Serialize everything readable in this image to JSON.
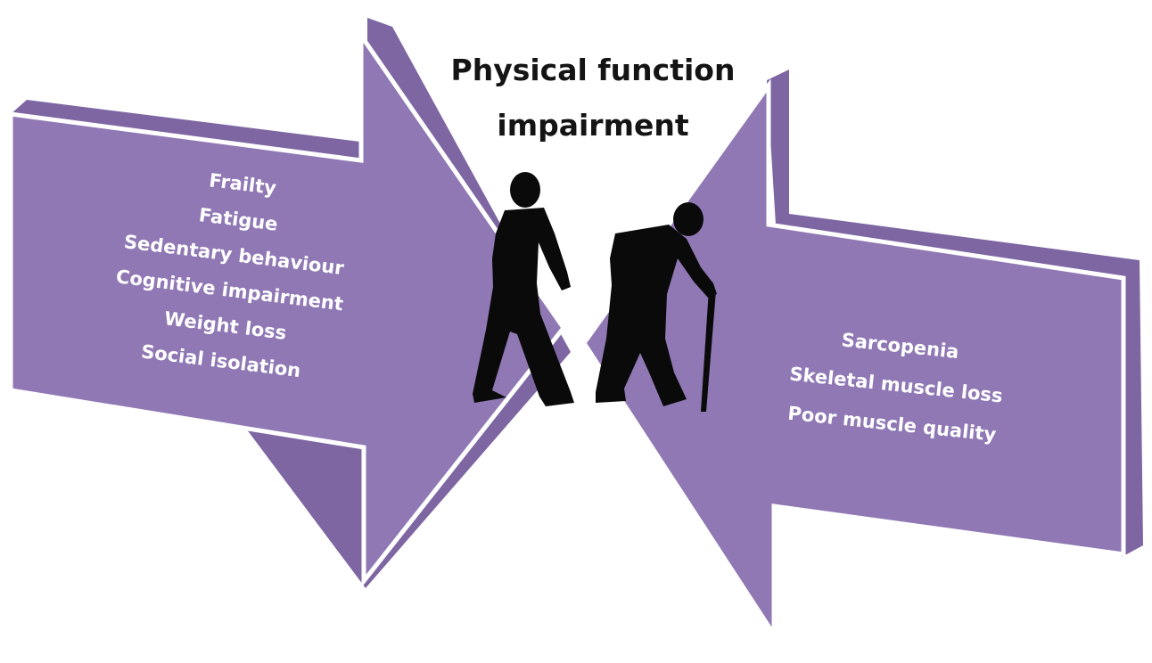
{
  "diagram": {
    "title_lines": [
      "Physical function",
      "impairment"
    ],
    "left_arrow": {
      "items": [
        "Frailty",
        "Fatigue",
        "Sedentary behaviour",
        "Cognitive impairment",
        "Weight loss",
        "Social isolation"
      ]
    },
    "right_arrow": {
      "items": [
        "Sarcopenia",
        "Skeletal muscle loss",
        "Poor muscle quality"
      ]
    },
    "figures": [
      "person-walking-icon",
      "elderly-person-with-cane-icon"
    ],
    "colors": {
      "arrow_face": "#8f78b4",
      "arrow_side": "#7d66a2",
      "arrow_edge": "#ffffff",
      "text_on_arrow": "#ffffff",
      "title_text": "#141414",
      "silhouette": "#0a0a0a"
    }
  }
}
